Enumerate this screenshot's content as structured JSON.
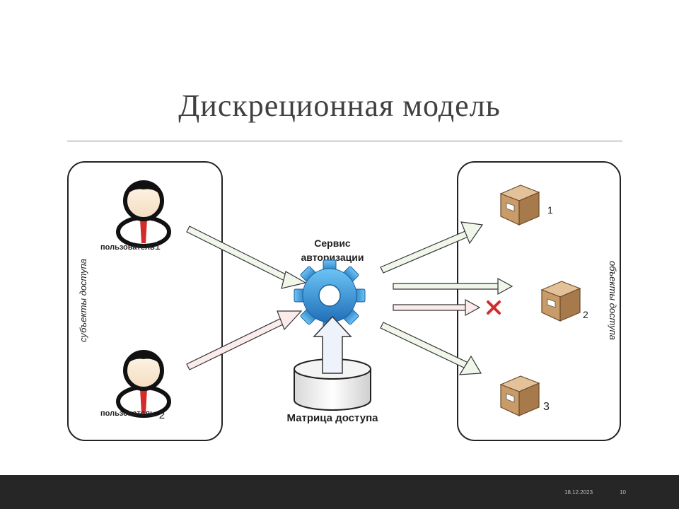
{
  "slide": {
    "title": "Дискреционная модель",
    "footer_date": "18.12.2023",
    "page_number": "10"
  },
  "diagram": {
    "subjects_group_label": "субъекты доступа",
    "objects_group_label": "объекты доступа",
    "subjects": [
      {
        "label": "пользователь",
        "number": "1"
      },
      {
        "label": "пользователь",
        "number": "2"
      }
    ],
    "service_label_line1": "Сервис",
    "service_label_line2": "авторизации",
    "matrix_label": "Матрица доступа",
    "objects": [
      {
        "number": "1"
      },
      {
        "number": "2"
      },
      {
        "number": "3"
      }
    ],
    "colors": {
      "gear": "#2f8fd6",
      "box": "#c79a6a",
      "denied_mark": "#d62b2b",
      "tie": "#d42a2a"
    },
    "icons": [
      "user-icon",
      "gear-icon",
      "database-icon",
      "box-icon",
      "denied-x-icon",
      "arrow-icon"
    ]
  }
}
